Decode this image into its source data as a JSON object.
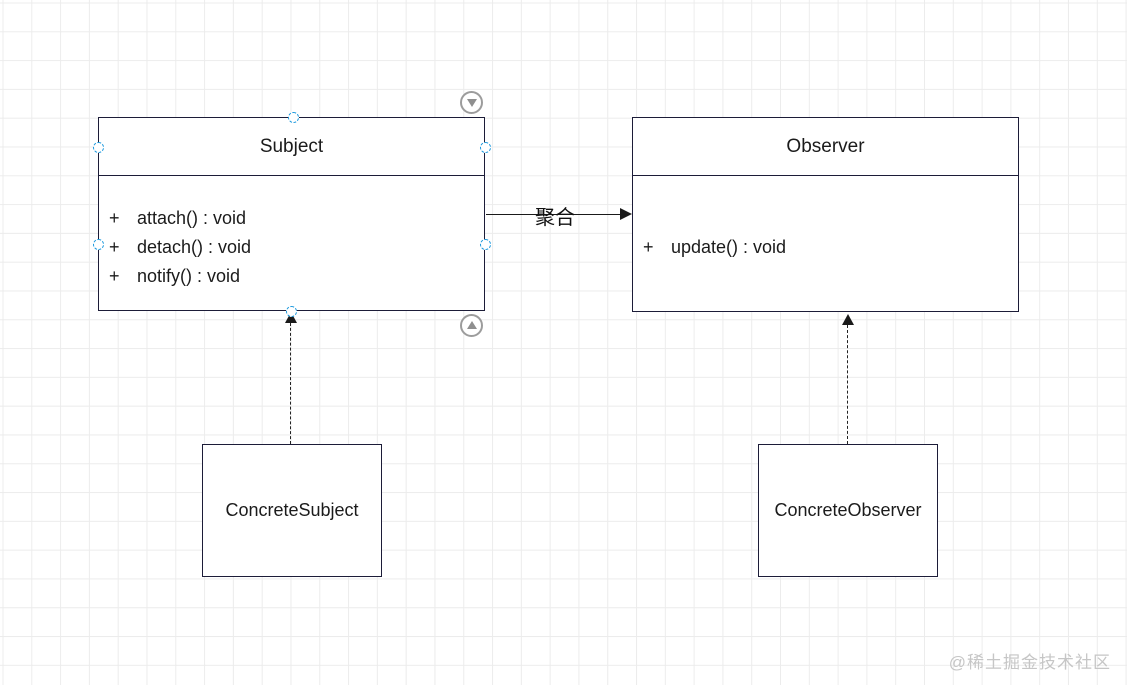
{
  "canvas": {
    "watermark": "@稀土掘金技术社区"
  },
  "classes": {
    "subject": {
      "name": "Subject",
      "methods": [
        {
          "visibility": "+",
          "signature": "attach() : void"
        },
        {
          "visibility": "+",
          "signature": "detach() : void"
        },
        {
          "visibility": "+",
          "signature": "notify() : void"
        }
      ]
    },
    "observer": {
      "name": "Observer",
      "methods": [
        {
          "visibility": "+",
          "signature": "update() : void"
        }
      ]
    },
    "concrete_subject": {
      "name": "ConcreteSubject"
    },
    "concrete_observer": {
      "name": "ConcreteObserver"
    }
  },
  "edges": {
    "aggregation": {
      "label": "聚合"
    }
  },
  "colors": {
    "shape_border": "#1c1c38",
    "edge": "#1a1a1a",
    "connection_handle": "#1e9ade",
    "grid_line": "#ececec",
    "watermark": "#c6c6c6",
    "collapse_button": "#9c9c9c"
  }
}
